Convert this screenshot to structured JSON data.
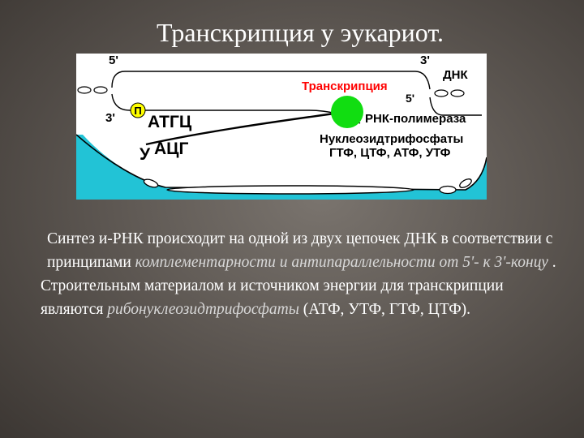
{
  "slide": {
    "title": "Транскрипция у эукариот."
  },
  "diagram": {
    "label_5_top_left": "5'",
    "label_3_top_right": "3'",
    "label_dna": "ДНК",
    "label_transcription": "Транскрипция",
    "label_5_rna": "5'",
    "label_3_left": "3'",
    "label_p": "П",
    "label_atgc": "АТГЦ",
    "label_u": "У",
    "label_acg": "АЦГ",
    "label_rna_polymerase": "РНК-полимераза",
    "label_ntp_title": "Нуклеозидтрифосфаты",
    "label_ntp_list": "ГТФ, ЦТФ, АТФ, УТФ",
    "colors": {
      "water": "#22c3d6",
      "polymerase": "#11dd11",
      "transcription_label": "#ff0000",
      "primer": "#ffff00"
    }
  },
  "text": {
    "p1_a": "Синтез и-РНК происходит на одной из двух цепочек ДНК в соответствии с принципами ",
    "p1_b": "комплементарности и антипараллельности от 5'- к 3'-концу",
    "p1_c": " .",
    "p2_a": "Строительным материалом и источником энергии для транскрипции являются ",
    "p2_b": "рибонуклеозидтрифосфаты",
    "p2_c": " (АТФ, УТФ, ГТФ, ЦТФ)."
  }
}
